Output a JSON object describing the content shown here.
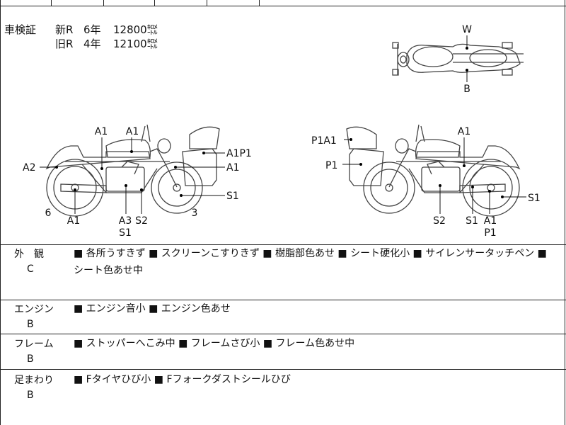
{
  "shaken": {
    "label": "車検証",
    "new": {
      "label": "新R",
      "years": "6年",
      "mileage": "12800㌖"
    },
    "old": {
      "label": "旧R",
      "years": "4年",
      "mileage": "12100㌖"
    }
  },
  "top_view": {
    "w_label": "W",
    "b_label": "B"
  },
  "left_view_labels": {
    "a1_top1": "A1",
    "a1_top2": "A1",
    "a1p1": "A1P1",
    "a1_right": "A1",
    "a2": "A2",
    "s1_right": "S1",
    "six": "6",
    "a1_bottom": "A1",
    "a3": "A3",
    "s2": "S2",
    "s1_bottom": "S1",
    "three": "3"
  },
  "right_view_labels": {
    "p1a1": "P1A1",
    "p1": "P1",
    "a1_top": "A1",
    "s1_right": "S1",
    "s2": "S2",
    "s1_bottom": "S1",
    "a1_bottom": "A1",
    "p1_bottom": "P1"
  },
  "sections": [
    {
      "name": "外　観",
      "grade": "C",
      "items_line1": "■ 各所うすきず ■ スクリーンこすりきず ■ 樹脂部色あせ ■ シート硬化小 ■ サイレンサータッチペン ■",
      "items_line2": "シート色あせ中"
    },
    {
      "name": "エンジン",
      "grade": "B",
      "items_line1": "■ エンジン音小 ■ エンジン色あせ",
      "items_line2": ""
    },
    {
      "name": "フレーム",
      "grade": "B",
      "items_line1": "■ ストッパーへこみ中 ■ フレームさび小 ■ フレーム色あせ中",
      "items_line2": ""
    },
    {
      "name": "足まわり",
      "grade": "B",
      "items_line1": "■ Fタイヤひび小 ■ Fフォークダストシールひび",
      "items_line2": ""
    }
  ],
  "colors": {
    "line": "#222222",
    "marker": "#000000"
  }
}
